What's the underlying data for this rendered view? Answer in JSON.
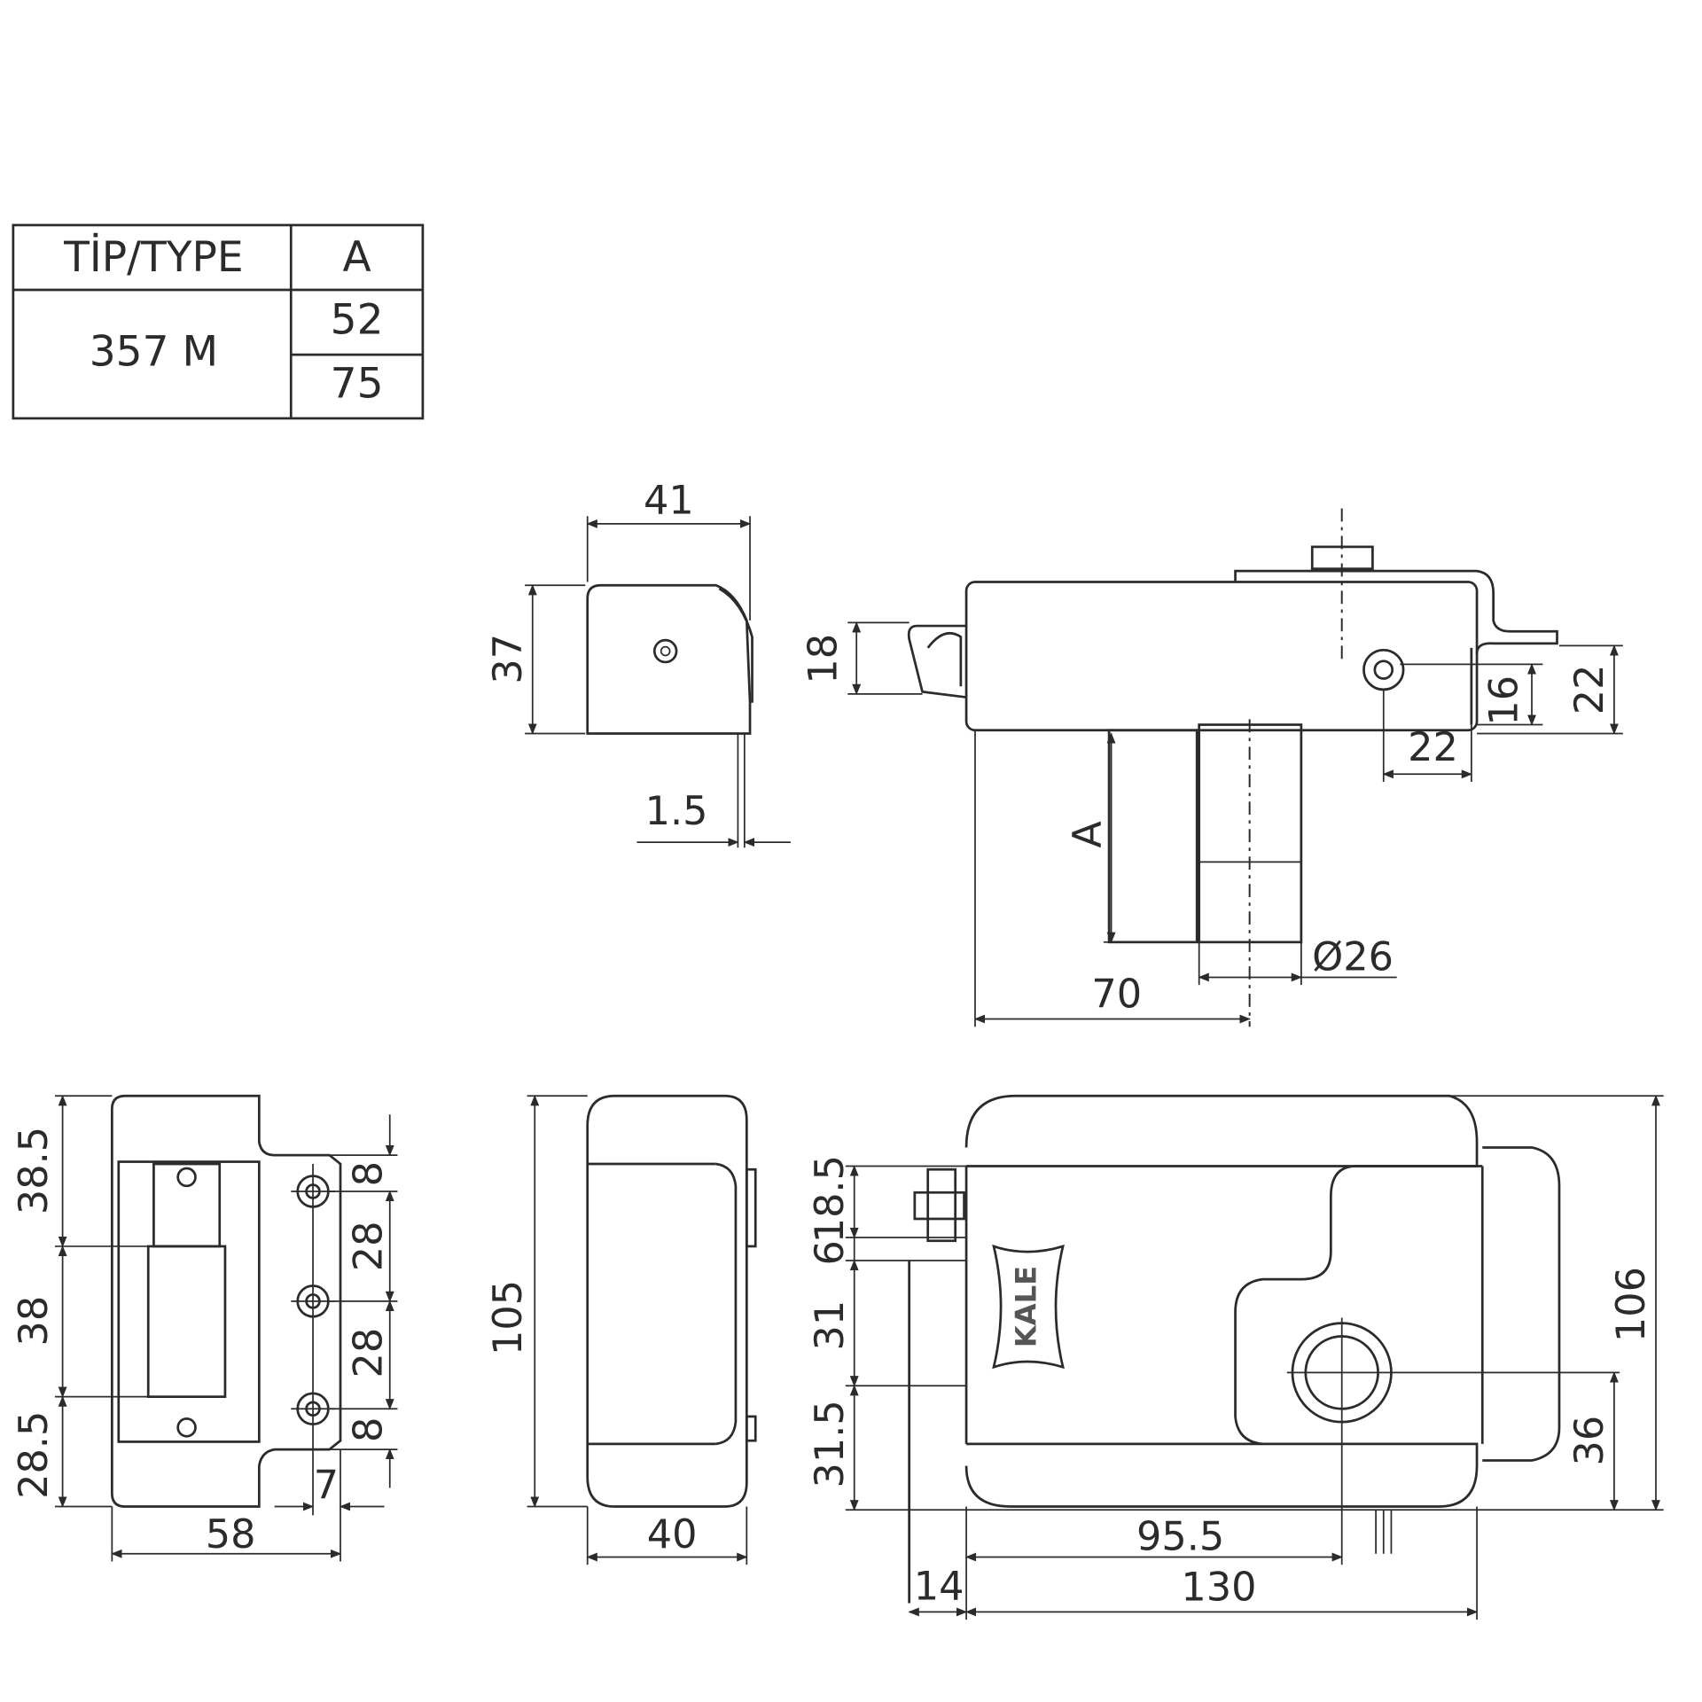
{
  "table": {
    "header_type": "TİP/TYPE",
    "header_a": "A",
    "model": "357 M",
    "a_values": [
      "52",
      "75"
    ]
  },
  "brand_logo": "KALE",
  "side_view_small": {
    "width": "41",
    "height": "37",
    "plate": "1.5"
  },
  "top_view": {
    "offset": "18",
    "pin_height": "16",
    "pin_v": "22",
    "pin_h": "22",
    "bolt": "A",
    "cylinder_dia": "Ø26",
    "depth": "70"
  },
  "strike_view": {
    "left": [
      "38.5",
      "38",
      "28.5"
    ],
    "right": [
      "8",
      "28",
      "28",
      "8"
    ],
    "offset": "7",
    "width": "58"
  },
  "side_view": {
    "height": "105",
    "width": "40"
  },
  "front_view": {
    "left": [
      "18.5",
      "6",
      "31",
      "31.5"
    ],
    "height": "106",
    "cyl_height": "36",
    "cyl_pos": "95.5",
    "width": "130",
    "cyl_offset": "14"
  }
}
